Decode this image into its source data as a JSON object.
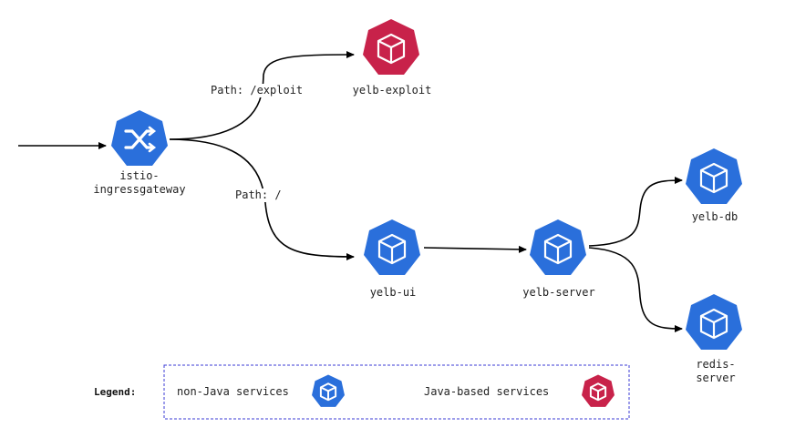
{
  "nodes": {
    "gateway": {
      "label_line1": "istio-",
      "label_line2": "ingressgateway",
      "icon": "shuffle-icon",
      "color": "#2a6fdb"
    },
    "exploit": {
      "label": "yelb-exploit",
      "icon": "cube-icon",
      "color": "#c8224a"
    },
    "ui": {
      "label": "yelb-ui",
      "icon": "cube-icon",
      "color": "#2a6fdb"
    },
    "server": {
      "label": "yelb-server",
      "icon": "cube-icon",
      "color": "#2a6fdb"
    },
    "db": {
      "label": "yelb-db",
      "icon": "cube-icon",
      "color": "#2a6fdb"
    },
    "redis": {
      "label": "redis-server",
      "icon": "cube-icon",
      "color": "#2a6fdb"
    }
  },
  "edges": {
    "path_exploit": "Path: /exploit",
    "path_root": "Path: /"
  },
  "legend": {
    "title": "Legend:",
    "non_java": "non-Java services",
    "java": "Java-based services",
    "non_java_color": "#2a6fdb",
    "java_color": "#c8224a",
    "border_color": "#3b3bd6"
  }
}
